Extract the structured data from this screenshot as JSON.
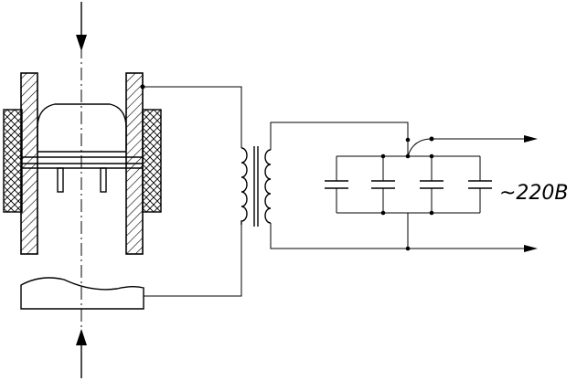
{
  "diagram": {
    "voltage_label": "~220B",
    "colors": {
      "ink": "#000000",
      "background": "#ffffff"
    },
    "components": {
      "arrows": [
        "arrow-down-icon",
        "arrow-up-icon",
        "output-arrow-icon"
      ],
      "parts": [
        "electrode-left",
        "electrode-right",
        "insulator-crosshatch",
        "workpiece",
        "transformer",
        "capacitor-bank"
      ]
    }
  }
}
